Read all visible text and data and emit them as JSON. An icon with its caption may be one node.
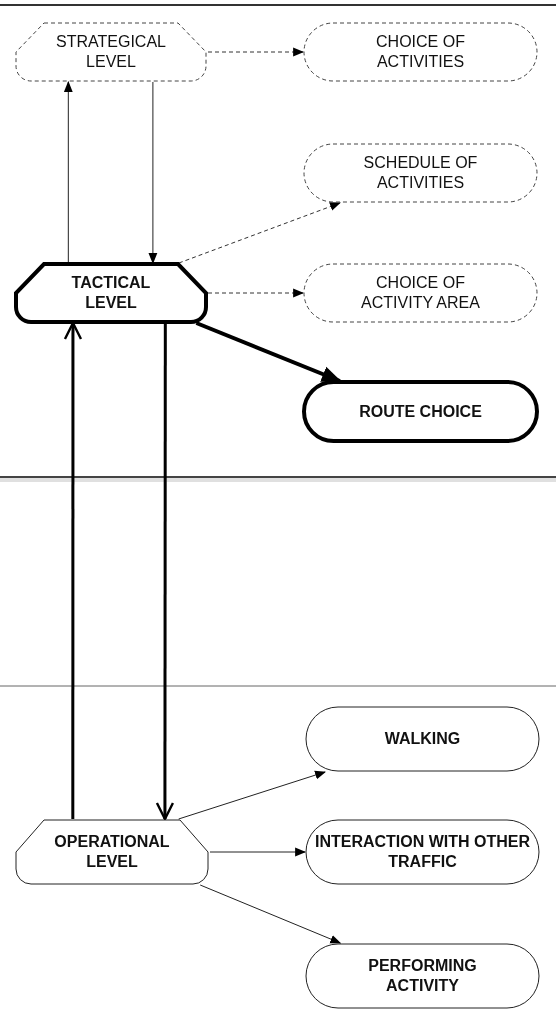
{
  "diagram": {
    "nodes": [
      {
        "text": [
          "STRATEGICAL LEVEL"
        ]
      },
      {
        "text": [
          "CHOICE OF ACTIVITIES"
        ]
      },
      {
        "text": [
          "SCHEDULE OF ACTIVITIES"
        ]
      },
      {
        "text": [
          "TACTICAL LEVEL"
        ]
      },
      {
        "text": [
          "CHOICE OF ACTIVITY AREA"
        ]
      },
      {
        "text": [
          "ROUTE CHOICE"
        ]
      },
      {
        "text": [
          "WALKING"
        ]
      },
      {
        "text": [
          "OPERATIONAL LEVEL"
        ]
      },
      {
        "text": [
          "INTERACTION WITH OTHER TRAFFIC"
        ]
      },
      {
        "text": [
          "PERFORMING ACTIVITY"
        ]
      }
    ],
    "edges": [
      {
        "from": 3,
        "to": 0,
        "arrow": "to"
      },
      {
        "from": 0,
        "to": 3,
        "arrow": "to"
      },
      {
        "from": 0,
        "to": 1,
        "arrow": "to",
        "style": "dashed"
      },
      {
        "from": 3,
        "to": 2,
        "arrow": "to",
        "style": "dashed"
      },
      {
        "from": 3,
        "to": 4,
        "arrow": "to",
        "style": "dashed"
      },
      {
        "from": 3,
        "to": 5,
        "arrow": "to",
        "style": "thick"
      },
      {
        "from": 7,
        "to": 3,
        "arrow": "to",
        "style": "thick"
      },
      {
        "from": 3,
        "to": 7,
        "arrow": "to",
        "style": "thick"
      },
      {
        "from": 7,
        "to": 6,
        "arrow": "to"
      },
      {
        "from": 7,
        "to": 8,
        "arrow": "to"
      },
      {
        "from": 7,
        "to": 9,
        "arrow": "to"
      }
    ]
  }
}
